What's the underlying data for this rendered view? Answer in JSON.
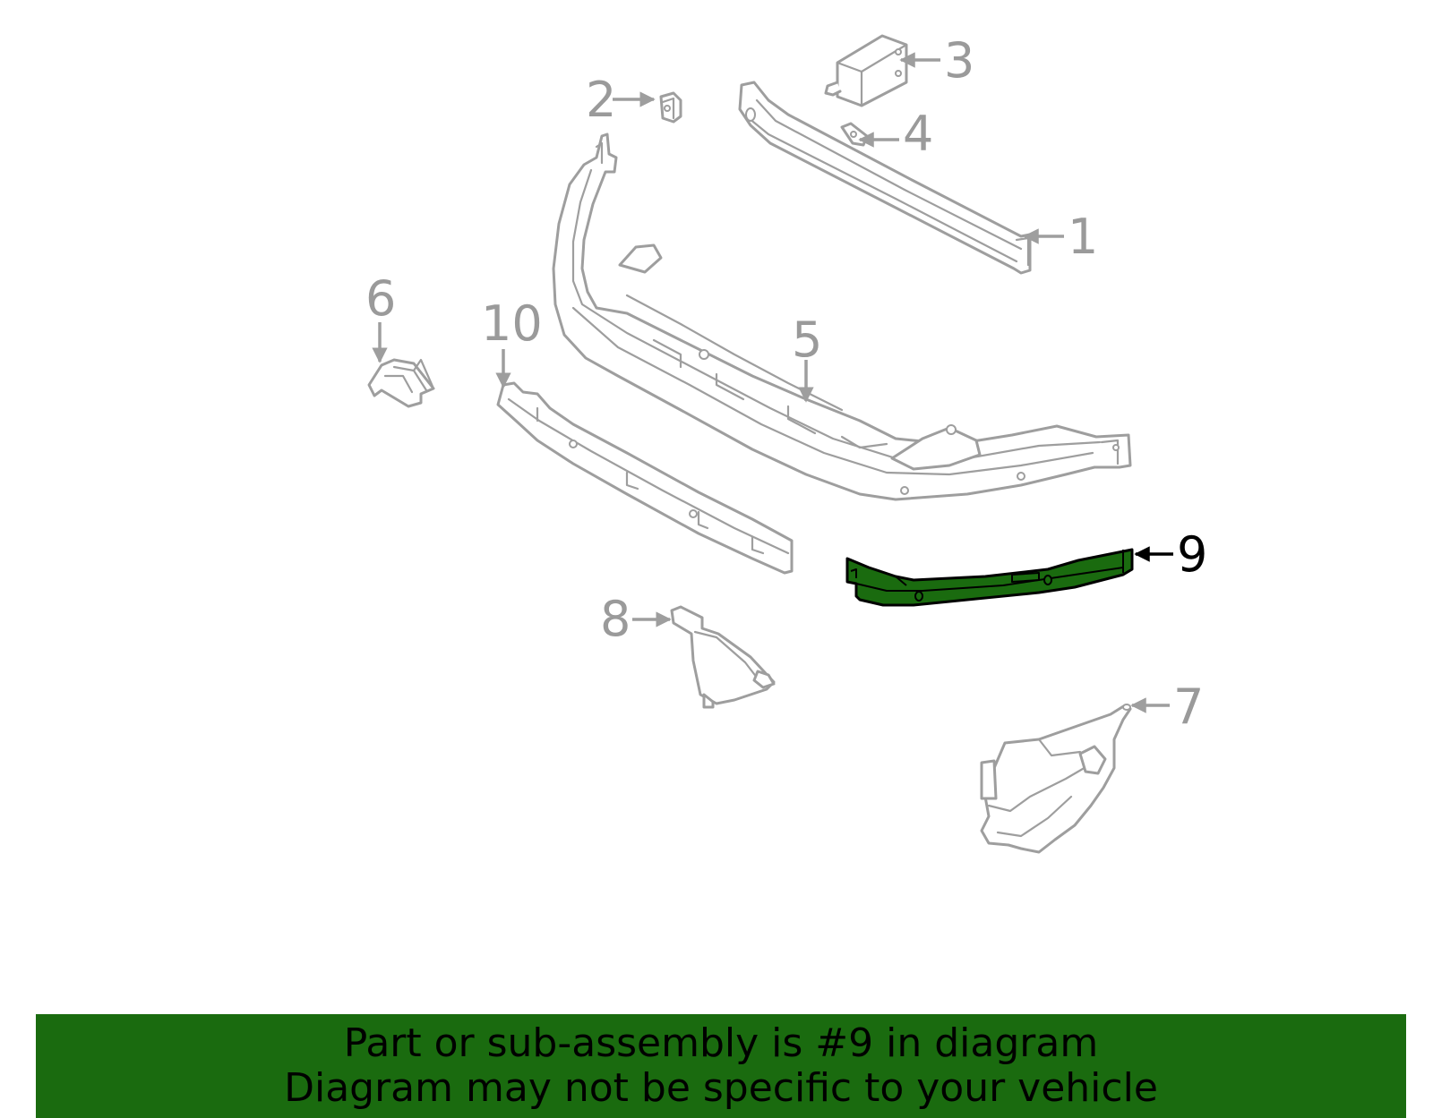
{
  "callouts": {
    "c1": "1",
    "c2": "2",
    "c3": "3",
    "c4": "4",
    "c5": "5",
    "c6": "6",
    "c7": "7",
    "c8": "8",
    "c9": "9",
    "c10": "10"
  },
  "highlighted_part": "9",
  "banner": {
    "line1": "Part or sub-assembly is #9 in diagram",
    "line2": "Diagram may not be specific to your vehicle"
  },
  "colors": {
    "highlight": "#1a6b0f",
    "part_outline": "#9e9e9e",
    "callout_text": "#9a9a9a"
  }
}
